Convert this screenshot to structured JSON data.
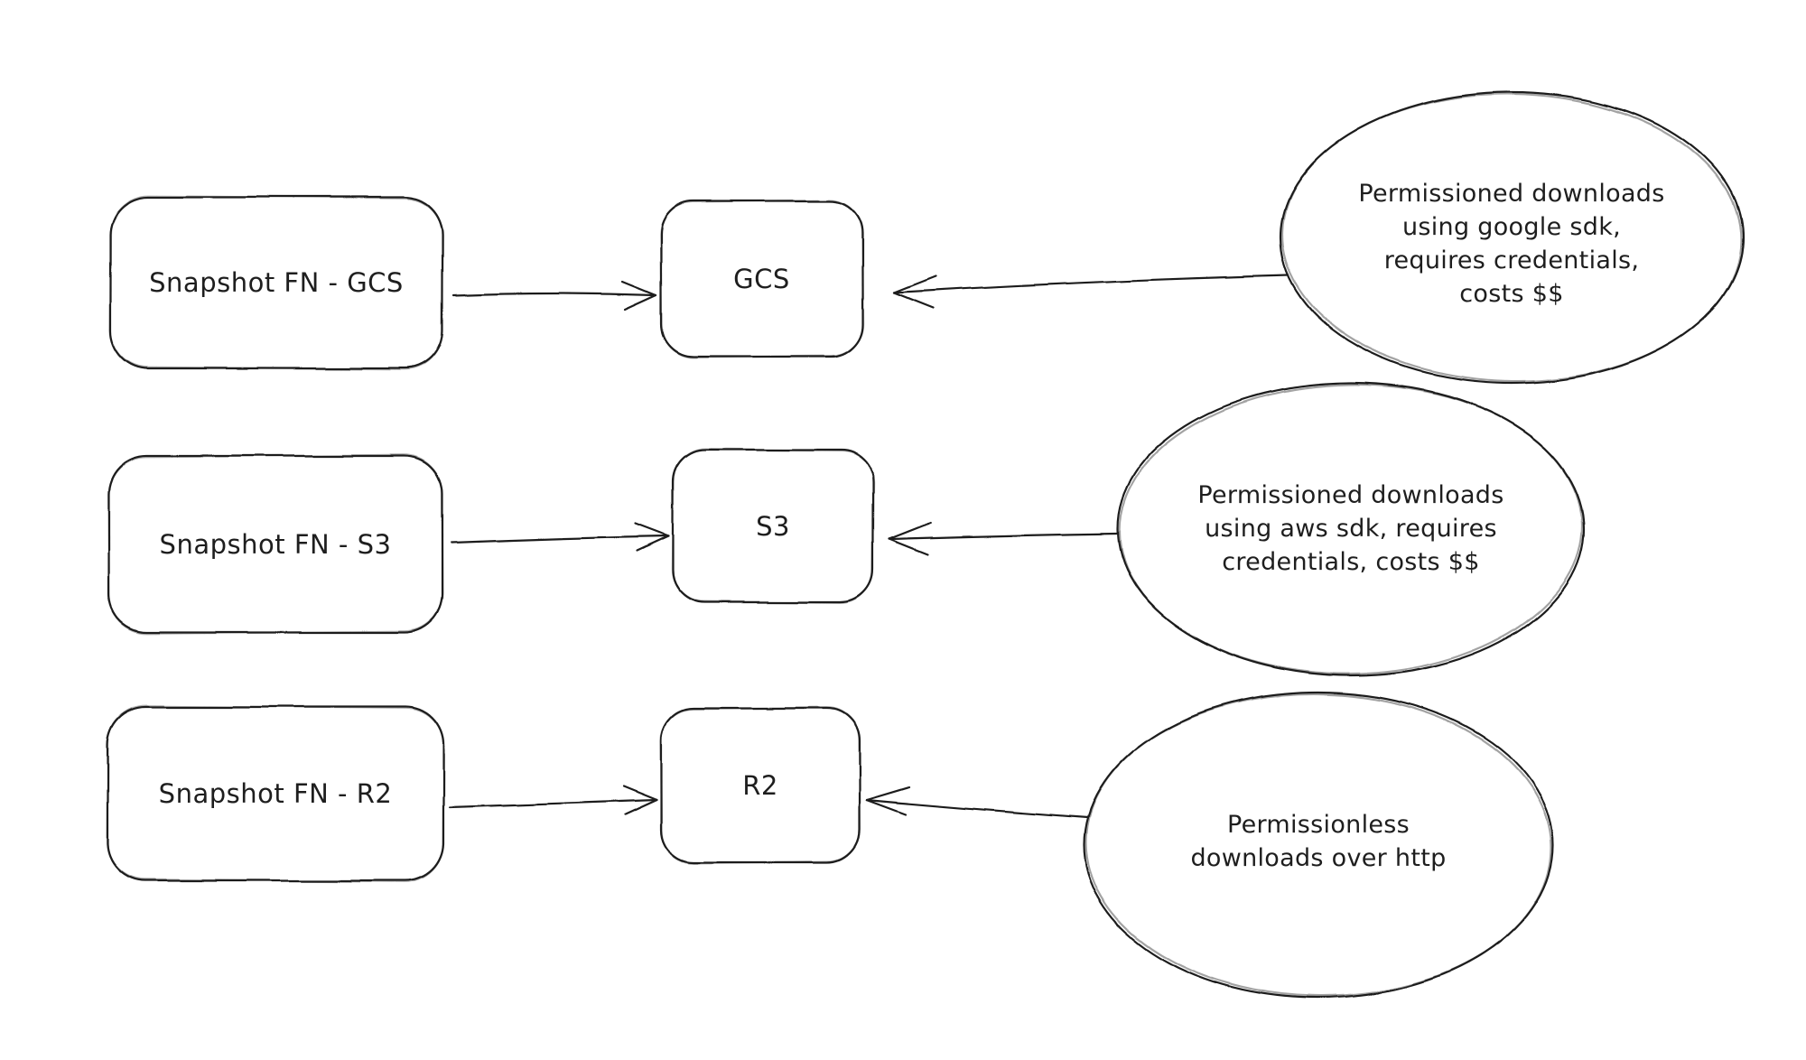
{
  "canvas": {
    "background": "#ffffff",
    "stroke_color": "#1e1e1e",
    "text_color": "#1e1e1e"
  },
  "diagram": {
    "rows": [
      {
        "source_label": "Snapshot FN - GCS",
        "target_label": "GCS",
        "note_lines": [
          "Permissioned downloads",
          "using google sdk,",
          "requires credentials,",
          "costs $$"
        ]
      },
      {
        "source_label": "Snapshot FN - S3",
        "target_label": "S3",
        "note_lines": [
          "Permissioned downloads",
          "using aws sdk, requires",
          "credentials, costs $$"
        ]
      },
      {
        "source_label": "Snapshot FN - R2",
        "target_label": "R2",
        "note_lines": [
          "Permissionless",
          "downloads over http"
        ]
      }
    ]
  }
}
